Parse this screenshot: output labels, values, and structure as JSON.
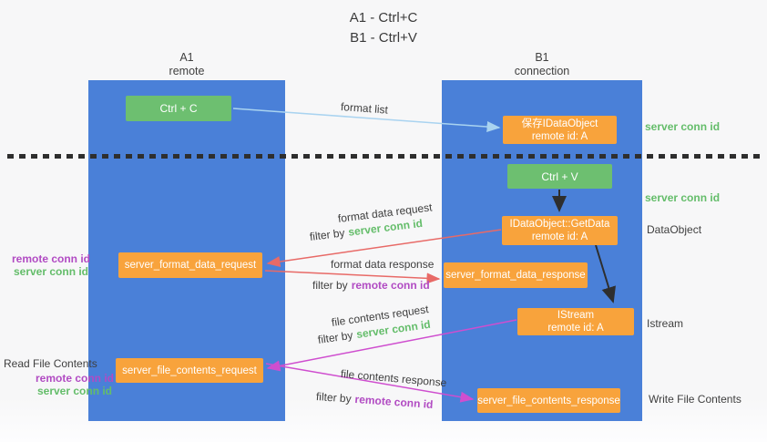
{
  "title": {
    "line1": "A1 - Ctrl+C",
    "line2": "B1 - Ctrl+V"
  },
  "lanes": {
    "left": {
      "title": "A1",
      "subtitle": "remote"
    },
    "right": {
      "title": "B1",
      "subtitle": "connection"
    }
  },
  "nodes": {
    "ctrl_c": {
      "label": "Ctrl + C"
    },
    "ctrl_v": {
      "label": "Ctrl + V"
    },
    "save_idataobject": {
      "line1": "保存IDataObject",
      "line2": "remote id: A"
    },
    "idataobject_getdata": {
      "line1": "IDataObject::GetData",
      "line2": "remote id: A"
    },
    "istream": {
      "line1": "IStream",
      "line2": "remote id: A"
    },
    "server_format_data_request": {
      "label": "server_format_data_request"
    },
    "server_format_data_response": {
      "label": "server_format_data_response"
    },
    "server_file_contents_request": {
      "label": "server_file_contents_request"
    },
    "server_file_contents_response": {
      "label": "server_file_contents_response"
    }
  },
  "arrows": {
    "format_list": {
      "label": "format list"
    },
    "format_data_request": {
      "label": "format data request",
      "filter_prefix": "filter by",
      "filter_key": "server conn id"
    },
    "format_data_response": {
      "label": "format data response",
      "filter_prefix": "filter by",
      "filter_key": "remote conn id"
    },
    "file_contents_request": {
      "label": "file contents request",
      "filter_prefix": "filter by",
      "filter_key": "server conn id"
    },
    "file_contents_response": {
      "label": "file contents response",
      "filter_prefix": "filter by",
      "filter_key": "remote conn id"
    }
  },
  "side_labels": {
    "server_conn_id_top": "server conn id",
    "server_conn_id_middle": "server conn id",
    "dataobject": "DataObject",
    "istream": "Istream",
    "read_file_contents": "Read File Contents",
    "write_file_contents": "Write File Contents",
    "format_pair": {
      "remote": "remote conn id",
      "server": "server conn id"
    },
    "file_pair": {
      "remote": "remote conn id",
      "server": "server conn id"
    }
  },
  "colors": {
    "lane_blue": "#4a80d8",
    "green_box": "#6dbf70",
    "orange_box": "#f8a33c",
    "green_text": "#64bd6a",
    "purple_text": "#b14bc3",
    "red_arrow": "#e86a67",
    "magenta_arrow": "#cf4ecf",
    "light_blue_arrow": "#a9d3f0",
    "black": "#2e2e2e"
  }
}
